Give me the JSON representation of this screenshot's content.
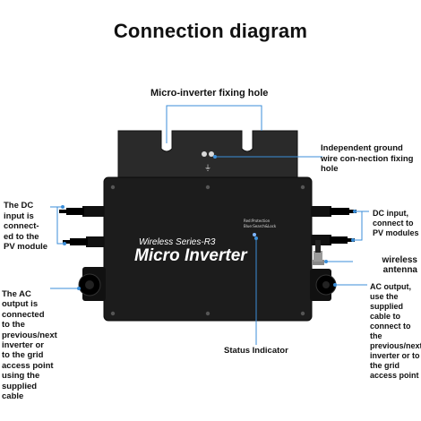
{
  "title": "Connection diagram",
  "labels": {
    "fixing_hole": "Micro-inverter fixing hole",
    "ground_wire": "Independent ground wire con-nection fixing hole",
    "dc_input_left": "The DC input is connect-ed to the PV module",
    "dc_input_right": "DC input, connect to PV modules",
    "ac_output_left": "The AC output is connected to the previous/next inverter or to the grid access point using the supplied cable",
    "wireless_antenna": "wireless antenna",
    "ac_output_right": "AC output, use the supplied cable to connect to the previous/next inverter or to the grid access point",
    "status_indicator": "Status Indicator"
  },
  "device": {
    "series": "Wireless Series-R3",
    "brand": "Micro Inverter",
    "led_label_1": "Red:Protection",
    "led_label_2": "Blue:Search&Lock"
  },
  "colors": {
    "leader_line": "#3b8ed8",
    "body": "#1c1c1c",
    "plate": "#2a2a2a",
    "text_on_device": "#ffffff"
  }
}
